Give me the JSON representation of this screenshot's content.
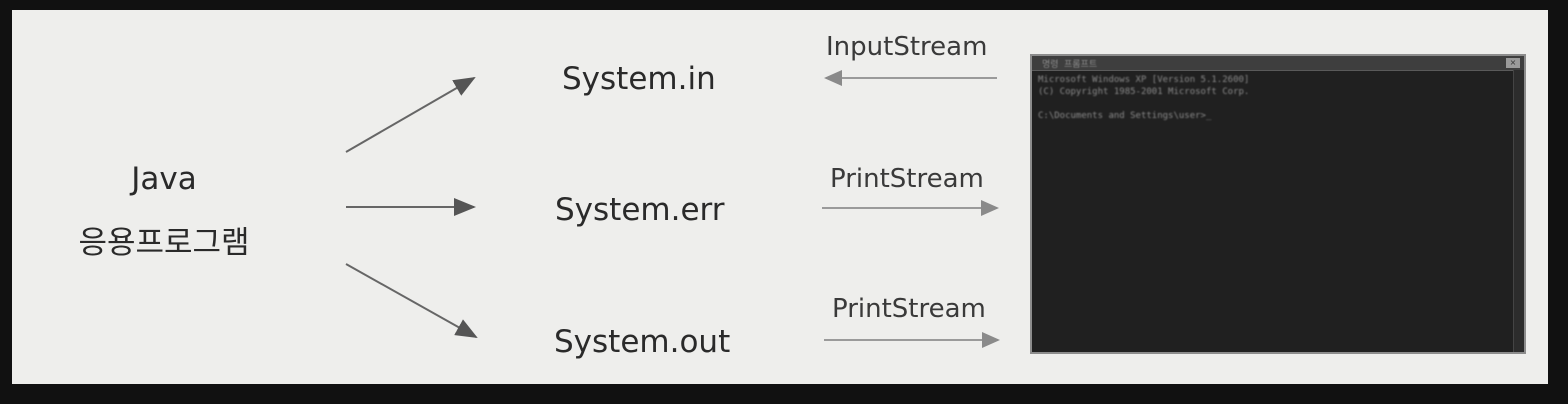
{
  "app": {
    "line1": "Java",
    "line2": "응용프로그램"
  },
  "streams": [
    {
      "name": "System.in",
      "type": "InputStream",
      "direction": "from-console"
    },
    {
      "name": "System.err",
      "type": "PrintStream",
      "direction": "to-console"
    },
    {
      "name": "System.out",
      "type": "PrintStream",
      "direction": "to-console"
    }
  ],
  "console": {
    "title": "명령 프롬프트",
    "close_label": "×",
    "lines": [
      "Microsoft Windows XP [Version 5.1.2600]",
      "(C) Copyright 1985-2001 Microsoft Corp.",
      "",
      "C:\\Documents and Settings\\user>_"
    ]
  },
  "colors": {
    "background": "#eeeeec",
    "text": "#2a2a2a",
    "arrow_dark": "#555555",
    "arrow_light": "#8a8a8a",
    "console_bg": "#202020"
  }
}
